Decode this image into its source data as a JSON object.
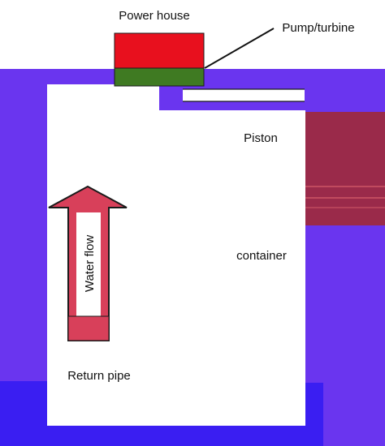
{
  "labels": {
    "power_house": "Power house",
    "pump_turbine": "Pump/turbine",
    "piston": "Piston",
    "container": "container",
    "water_flow": "Water flow",
    "return_pipe": "Return pipe"
  },
  "colors": {
    "rock_blue": "#6a35ef",
    "ground_blue": "#3a1ef2",
    "piston_stripe": "#9a2a4a",
    "power_house_red": "#e8101e",
    "pump_green": "#3f7a22",
    "arrow_red": "#d8405a",
    "arrow_outline": "#1a1a1a",
    "container_white": "#ffffff"
  }
}
